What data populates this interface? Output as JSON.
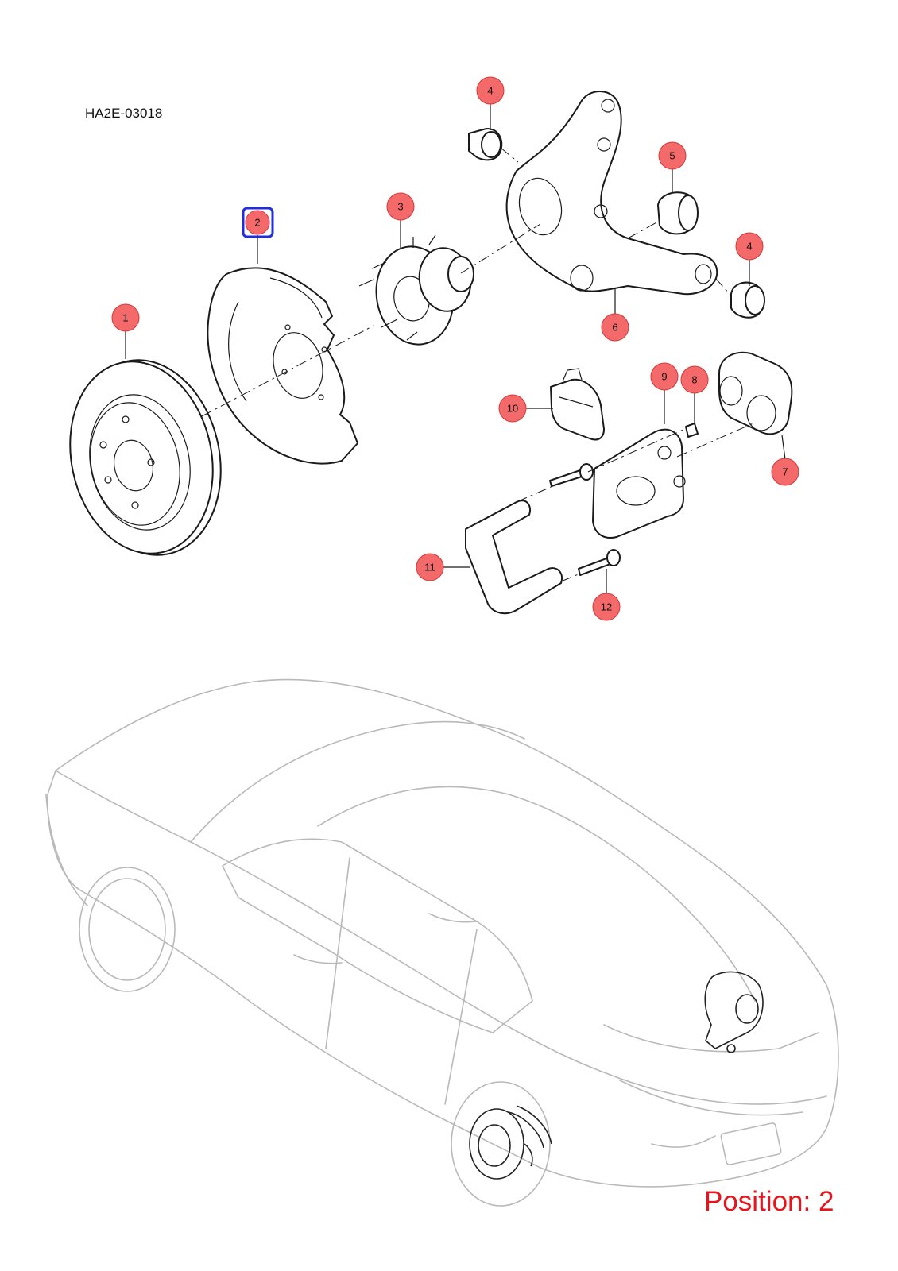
{
  "diagram": {
    "code": "HA2E-03018",
    "position_label": "Position: 2",
    "selected_callout": "2",
    "colors": {
      "callout_fill": "#f46a6a",
      "selected_outline": "#1f2fe0",
      "position_text": "#e8141c",
      "car_outline": "#b9b9b9"
    },
    "callouts": [
      {
        "id": "c1",
        "label": "1"
      },
      {
        "id": "c2",
        "label": "2"
      },
      {
        "id": "c3",
        "label": "3"
      },
      {
        "id": "c4a",
        "label": "4"
      },
      {
        "id": "c5",
        "label": "5"
      },
      {
        "id": "c4b",
        "label": "4"
      },
      {
        "id": "c6",
        "label": "6"
      },
      {
        "id": "c9",
        "label": "9"
      },
      {
        "id": "c8",
        "label": "8"
      },
      {
        "id": "c10",
        "label": "10"
      },
      {
        "id": "c7",
        "label": "7"
      },
      {
        "id": "c11",
        "label": "11"
      },
      {
        "id": "c12",
        "label": "12"
      }
    ]
  }
}
